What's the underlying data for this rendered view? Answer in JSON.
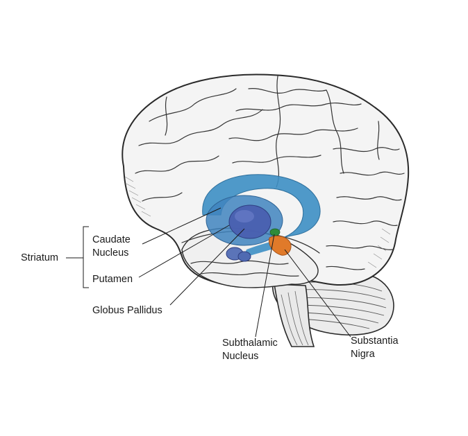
{
  "labels": {
    "striatum": "Striatum",
    "caudate_line1": "Caudate",
    "caudate_line2": "Nucleus",
    "putamen": "Putamen",
    "globus_pallidus": "Globus Pallidus",
    "subthalamic_line1": "Subthalamic",
    "subthalamic_line2": "Nucleus",
    "substantia_line1": "Substantia",
    "substantia_line2": "Nigra"
  },
  "colors": {
    "caudate": "#3d8fc4",
    "putamen": "#3f84be",
    "globus_pallidus": "#4a5fb0",
    "subthalamic": "#2e8b3a",
    "substantia_nigra": "#e07a2a",
    "outline": "#2a2a2a",
    "brain_fill": "#f2f2f2"
  }
}
